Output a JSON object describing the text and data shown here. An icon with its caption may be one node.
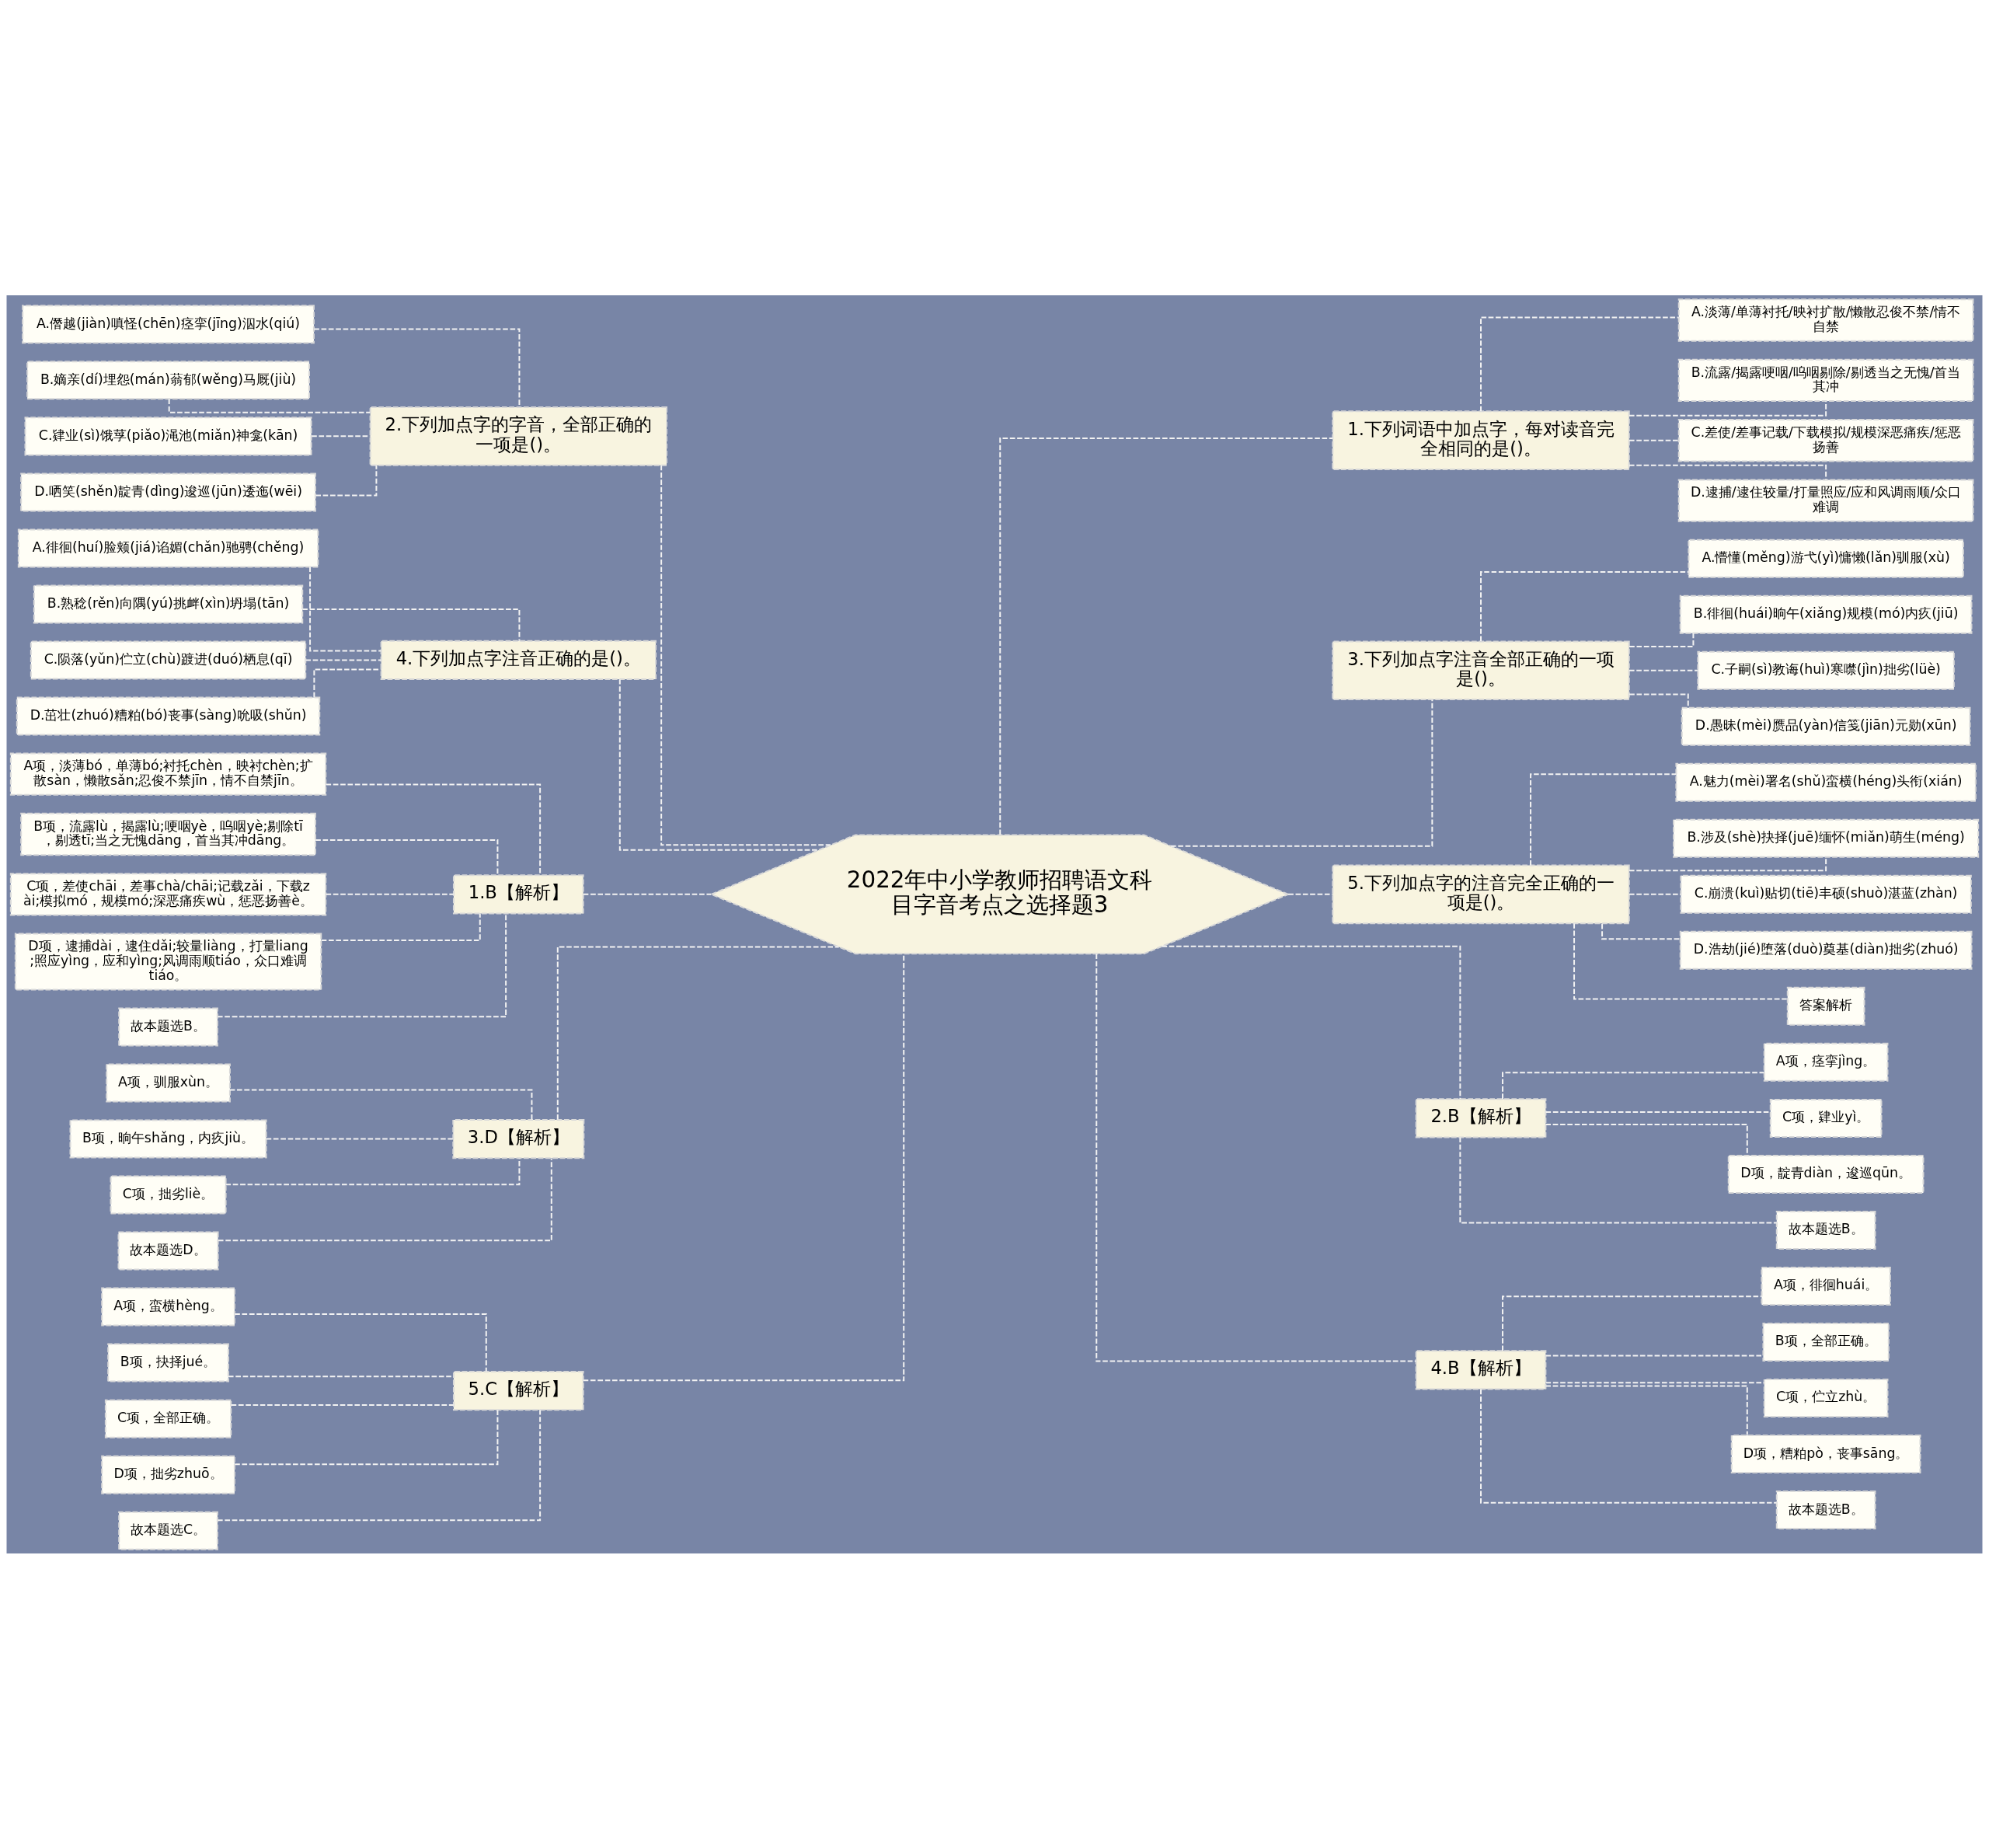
{
  "diagram": {
    "nodes": [
      {
        "text": [
          "2022年中小学教师招聘语文科目字音考点之选择题3"
        ]
      },
      {
        "text": [
          "2.下列加点字的字音，全部正确的一项是()。"
        ]
      },
      {
        "text": [
          "A.僭越(jiàn)嗔怪(chēn)痉挛(jīng)泅水(qiú)"
        ]
      },
      {
        "text": [
          "B.嫡亲(dí)埋怨(mán)蓊郁(wěng)马厩(jiù)"
        ]
      },
      {
        "text": [
          "C.肄业(sì)饿莩(piǎo)渑池(miǎn)神龛(kān)"
        ]
      },
      {
        "text": [
          "D.哂笑(shěn)靛青(dìng)逡巡(jūn)逶迤(wēi)"
        ]
      },
      {
        "text": [
          "4.下列加点字注音正确的是()。"
        ]
      },
      {
        "text": [
          "A.徘徊(huí)脸颊(jiá)谄媚(chǎn)驰骋(chěng)"
        ]
      },
      {
        "text": [
          "B.熟稔(rěn)向隅(yú)挑衅(xìn)坍塌(tān)"
        ]
      },
      {
        "text": [
          "C.陨落(yǔn)伫立(chù)踱进(duó)栖息(qī)"
        ]
      },
      {
        "text": [
          "D.茁壮(zhuó)糟粕(bó)丧事(sàng)吮吸(shǔn)"
        ]
      },
      {
        "text": [
          "1.B【解析】"
        ]
      },
      {
        "text": [
          "A项，淡薄bó，单薄bó;衬托chèn，映衬chèn;扩散sàn，懒散sǎn;忍俊不禁jīn，情不自禁jīn。"
        ]
      },
      {
        "text": [
          "B项，流露lù，揭露lù;哽咽yè，呜咽yè;剔除tī，剔透tī;当之无愧dāng，首当其冲dāng。"
        ]
      },
      {
        "text": [
          "C项，差使chāi，差事chà/chāi;记载zǎi，下载zài;模拟mó，规模mó;深恶痛疾wù，惩恶扬善è。"
        ]
      },
      {
        "text": [
          "D项，逮捕dài，逮住dǎi;较量liàng，打量liang;照应yìng，应和yìng;风调雨顺tiáo，众口难调tiáo。"
        ]
      },
      {
        "text": [
          "故本题选B。"
        ]
      },
      {
        "text": [
          "3.D【解析】"
        ]
      },
      {
        "text": [
          "A项，驯服xùn。"
        ]
      },
      {
        "text": [
          "B项，晌午shǎng，内疚jiù。"
        ]
      },
      {
        "text": [
          "C项，拙劣liè。"
        ]
      },
      {
        "text": [
          "故本题选D。"
        ]
      },
      {
        "text": [
          "5.C【解析】"
        ]
      },
      {
        "text": [
          "A项，蛮横hèng。"
        ]
      },
      {
        "text": [
          "B项，抉择jué。"
        ]
      },
      {
        "text": [
          "C项，全部正确。"
        ]
      },
      {
        "text": [
          "D项，拙劣zhuō。"
        ]
      },
      {
        "text": [
          "故本题选C。"
        ]
      },
      {
        "text": [
          "1.下列词语中加点字，每对读音完全相同的是()。"
        ]
      },
      {
        "text": [
          "A.淡薄/单薄衬托/映衬扩散/懒散忍俊不禁/情不自禁"
        ]
      },
      {
        "text": [
          "B.流露/揭露哽咽/呜咽剔除/剔透当之无愧/首当其冲"
        ]
      },
      {
        "text": [
          "C.差使/差事记载/下载模拟/规模深恶痛疾/惩恶扬善"
        ]
      },
      {
        "text": [
          "D.逮捕/逮住较量/打量照应/应和风调雨顺/众口难调"
        ]
      },
      {
        "text": [
          "3.下列加点字注音全部正确的一项是()。"
        ]
      },
      {
        "text": [
          "A.懵懂(měng)游弋(yì)慵懒(lǎn)驯服(xù)"
        ]
      },
      {
        "text": [
          "B.徘徊(huái)晌午(xiǎng)规模(mó)内疚(jiū)"
        ]
      },
      {
        "text": [
          "C.子嗣(sì)教诲(huì)寒噤(jìn)拙劣(lüè)"
        ]
      },
      {
        "text": [
          "D.愚昧(mèi)赝品(yàn)信笺(jiān)元勋(xūn)"
        ]
      },
      {
        "text": [
          "5.下列加点字的注音完全正确的一项是()。"
        ]
      },
      {
        "text": [
          "A.魅力(mèi)署名(shǔ)蛮横(héng)头衔(xián)"
        ]
      },
      {
        "text": [
          "B.涉及(shè)抉择(juē)缅怀(miǎn)萌生(méng)"
        ]
      },
      {
        "text": [
          "C.崩溃(kuì)贴切(tiē)丰硕(shuò)湛蓝(zhàn)"
        ]
      },
      {
        "text": [
          "D.浩劫(jié)堕落(duò)奠基(diàn)拙劣(zhuó)"
        ]
      },
      {
        "text": [
          "答案解析"
        ]
      },
      {
        "text": [
          "2.B【解析】"
        ]
      },
      {
        "text": [
          "A项，痉挛jìng。"
        ]
      },
      {
        "text": [
          "C项，肄业yì。"
        ]
      },
      {
        "text": [
          "D项，靛青diàn，逡巡qūn。"
        ]
      },
      {
        "text": [
          "故本题选B。"
        ]
      },
      {
        "text": [
          "4.B【解析】"
        ]
      },
      {
        "text": [
          "A项，徘徊huái。"
        ]
      },
      {
        "text": [
          "B项，全部正确。"
        ]
      },
      {
        "text": [
          "C项，伫立zhù。"
        ]
      },
      {
        "text": [
          "D项，糟粕pò，丧事sāng。"
        ]
      },
      {
        "text": [
          "故本题选B。"
        ]
      }
    ],
    "edges": [
      {
        "from": 0,
        "to": 1,
        "arrow": "none"
      },
      {
        "from": 1,
        "to": 2,
        "arrow": "none"
      },
      {
        "from": 1,
        "to": 3,
        "arrow": "none"
      },
      {
        "from": 1,
        "to": 4,
        "arrow": "none"
      },
      {
        "from": 1,
        "to": 5,
        "arrow": "none"
      },
      {
        "from": 0,
        "to": 6,
        "arrow": "none"
      },
      {
        "from": 6,
        "to": 7,
        "arrow": "none"
      },
      {
        "from": 6,
        "to": 8,
        "arrow": "none"
      },
      {
        "from": 6,
        "to": 9,
        "arrow": "none"
      },
      {
        "from": 6,
        "to": 10,
        "arrow": "none"
      },
      {
        "from": 0,
        "to": 11,
        "arrow": "none"
      },
      {
        "from": 11,
        "to": 12,
        "arrow": "none"
      },
      {
        "from": 11,
        "to": 13,
        "arrow": "none"
      },
      {
        "from": 11,
        "to": 14,
        "arrow": "none"
      },
      {
        "from": 11,
        "to": 15,
        "arrow": "none"
      },
      {
        "from": 11,
        "to": 16,
        "arrow": "none"
      },
      {
        "from": 0,
        "to": 17,
        "arrow": "none"
      },
      {
        "from": 17,
        "to": 18,
        "arrow": "none"
      },
      {
        "from": 17,
        "to": 19,
        "arrow": "none"
      },
      {
        "from": 17,
        "to": 20,
        "arrow": "none"
      },
      {
        "from": 17,
        "to": 21,
        "arrow": "none"
      },
      {
        "from": 0,
        "to": 22,
        "arrow": "none"
      },
      {
        "from": 22,
        "to": 23,
        "arrow": "none"
      },
      {
        "from": 22,
        "to": 24,
        "arrow": "none"
      },
      {
        "from": 22,
        "to": 25,
        "arrow": "none"
      },
      {
        "from": 22,
        "to": 26,
        "arrow": "none"
      },
      {
        "from": 22,
        "to": 27,
        "arrow": "none"
      },
      {
        "from": 0,
        "to": 28,
        "arrow": "none"
      },
      {
        "from": 28,
        "to": 29,
        "arrow": "none"
      },
      {
        "from": 28,
        "to": 30,
        "arrow": "none"
      },
      {
        "from": 28,
        "to": 31,
        "arrow": "none"
      },
      {
        "from": 28,
        "to": 32,
        "arrow": "none"
      },
      {
        "from": 0,
        "to": 33,
        "arrow": "none"
      },
      {
        "from": 33,
        "to": 34,
        "arrow": "none"
      },
      {
        "from": 33,
        "to": 35,
        "arrow": "none"
      },
      {
        "from": 33,
        "to": 36,
        "arrow": "none"
      },
      {
        "from": 33,
        "to": 37,
        "arrow": "none"
      },
      {
        "from": 0,
        "to": 38,
        "arrow": "none"
      },
      {
        "from": 38,
        "to": 39,
        "arrow": "none"
      },
      {
        "from": 38,
        "to": 40,
        "arrow": "none"
      },
      {
        "from": 38,
        "to": 41,
        "arrow": "none"
      },
      {
        "from": 38,
        "to": 42,
        "arrow": "none"
      },
      {
        "from": 38,
        "to": 43,
        "arrow": "none"
      },
      {
        "from": 0,
        "to": 44,
        "arrow": "none"
      },
      {
        "from": 44,
        "to": 45,
        "arrow": "none"
      },
      {
        "from": 44,
        "to": 46,
        "arrow": "none"
      },
      {
        "from": 44,
        "to": 47,
        "arrow": "none"
      },
      {
        "from": 44,
        "to": 48,
        "arrow": "none"
      },
      {
        "from": 0,
        "to": 49,
        "arrow": "none"
      },
      {
        "from": 49,
        "to": 50,
        "arrow": "none"
      },
      {
        "from": 49,
        "to": 51,
        "arrow": "none"
      },
      {
        "from": 49,
        "to": 52,
        "arrow": "none"
      },
      {
        "from": 49,
        "to": 53,
        "arrow": "none"
      },
      {
        "from": 49,
        "to": 54,
        "arrow": "none"
      }
    ]
  }
}
